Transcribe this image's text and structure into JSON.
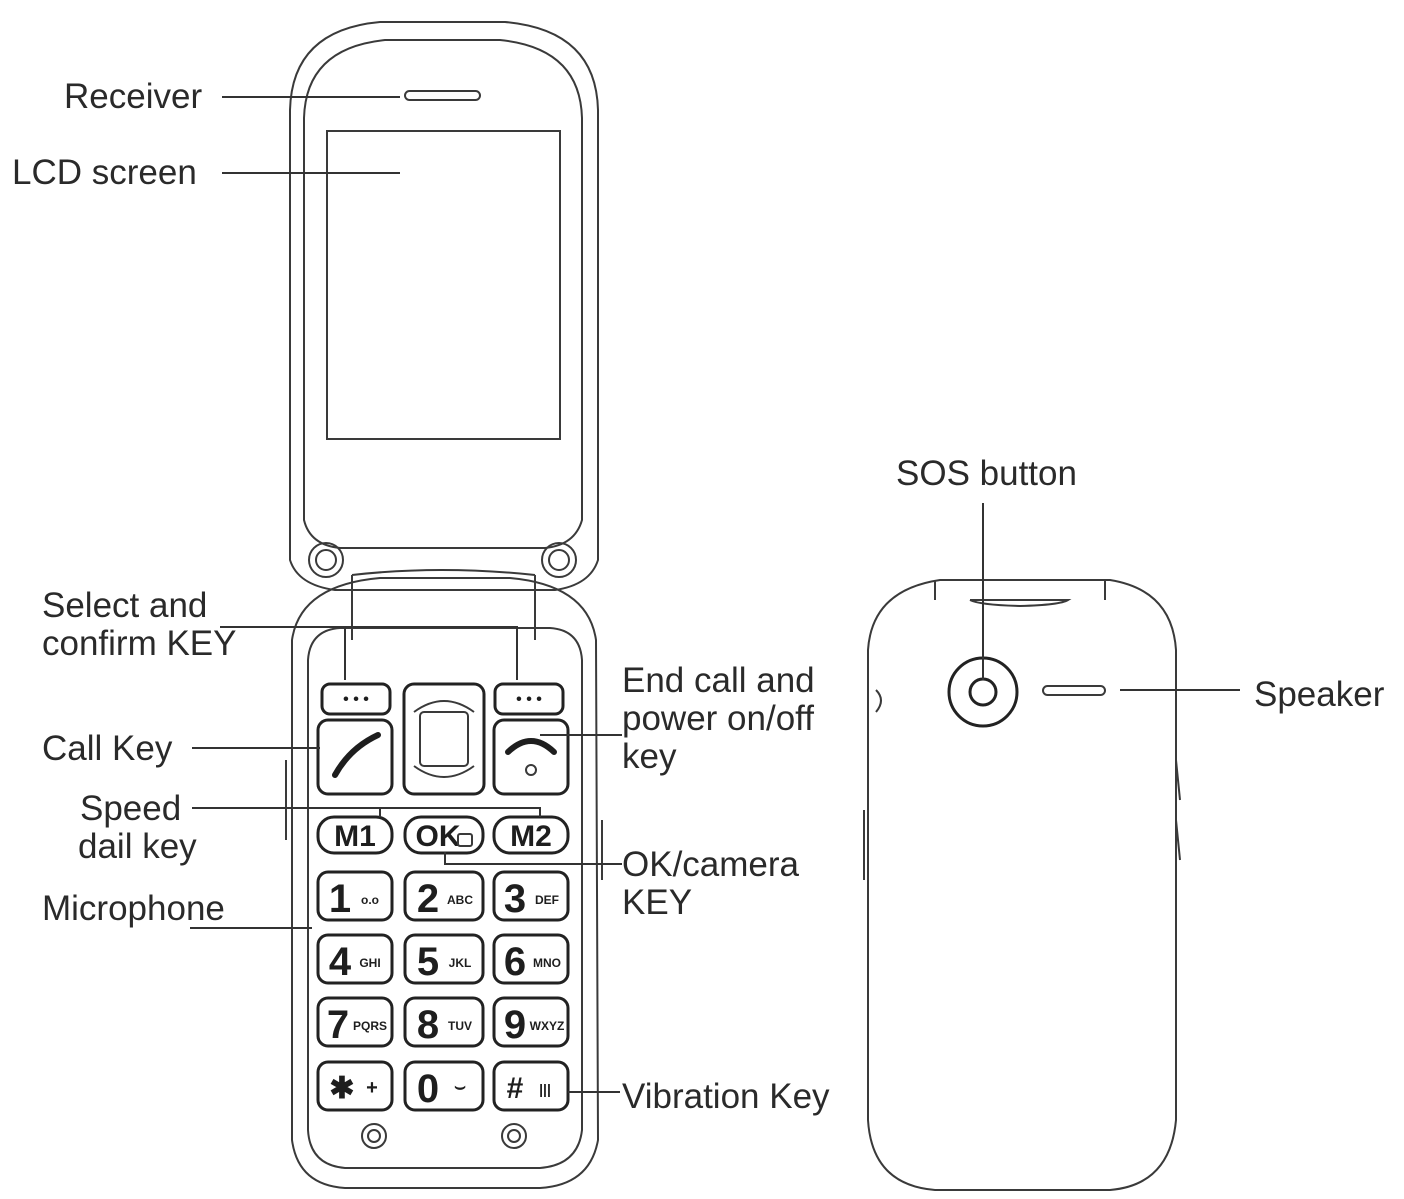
{
  "labels": {
    "receiver": "Receiver",
    "lcd_screen": "LCD screen",
    "select_confirm_1": "Select and",
    "select_confirm_2": "confirm KEY",
    "call_key": "Call Key",
    "speed_dial_1": "Speed",
    "speed_dial_2": "dail key",
    "microphone": "Microphone",
    "end_call_1": "End call and",
    "end_call_2": "power on/off",
    "end_call_3": "key",
    "ok_camera_1": "OK/camera",
    "ok_camera_2": "KEY",
    "vibration_key": "Vibration Key",
    "sos_button": "SOS button",
    "speaker": "Speaker"
  },
  "keys": {
    "m1": "M1",
    "ok": "OK",
    "m2": "M2",
    "k1": "1",
    "k1s": "o.o",
    "k2": "2",
    "k2s": "ABC",
    "k3": "3",
    "k3s": "DEF",
    "k4": "4",
    "k4s": "GHI",
    "k5": "5",
    "k5s": "JKL",
    "k6": "6",
    "k6s": "MNO",
    "k7": "7",
    "k7s": "PQRS",
    "k8": "8",
    "k8s": "TUV",
    "k9": "9",
    "k9s": "WXYZ",
    "kstar": "✱",
    "kstars": "+",
    "k0": "0",
    "k0s": "⌣",
    "khash": "#",
    "khashs": "|||"
  }
}
